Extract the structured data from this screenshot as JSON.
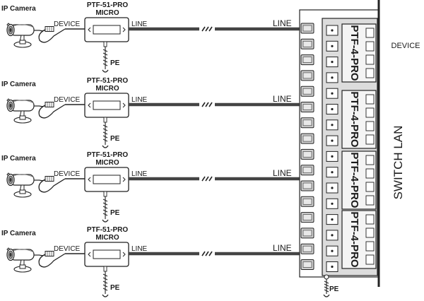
{
  "diagram": {
    "channels": [
      {
        "camera_label": "IP Camera",
        "device_label": "DEVICE",
        "protector_name": "PTF-51-PRO",
        "protector_variant": "MICRO",
        "line_label": "LINE",
        "ground_label": "PE",
        "panel_line_label": "LINE"
      },
      {
        "camera_label": "IP Camera",
        "device_label": "DEVICE",
        "protector_name": "PTF-51-PRO",
        "protector_variant": "MICRO",
        "line_label": "LINE",
        "ground_label": "PE",
        "panel_line_label": "LINE"
      },
      {
        "camera_label": "IP Camera",
        "device_label": "DEVICE",
        "protector_name": "PTF-51-PRO",
        "protector_variant": "MICRO",
        "line_label": "LINE",
        "ground_label": "PE",
        "panel_line_label": "LINE"
      },
      {
        "camera_label": "IP Camera",
        "device_label": "DEVICE",
        "protector_name": "PTF-51-PRO",
        "protector_variant": "MICRO",
        "line_label": "LINE",
        "ground_label": "PE",
        "panel_line_label": "LINE"
      }
    ],
    "panel_modules": [
      "PTF-4-PRO",
      "PTF-4-PRO",
      "PTF-4-PRO",
      "PTF-4-PRO"
    ],
    "panel_device_label": "DEVICE",
    "panel_ground_label": "PE",
    "switch_label": "SWITCH LAN"
  }
}
